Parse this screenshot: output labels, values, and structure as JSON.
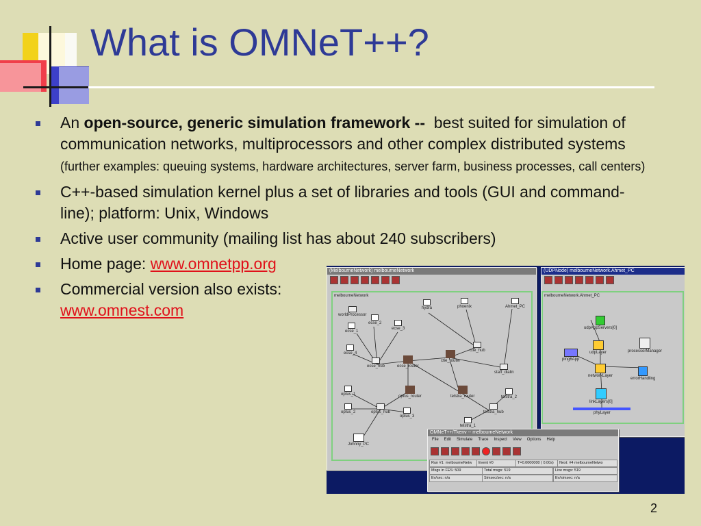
{
  "slide": {
    "title": "What is OMNeT++?",
    "page_number": "2",
    "accent_color": "#2e3a96",
    "link_color": "#e0101a"
  },
  "bullets": [
    {
      "prefix": "An ",
      "bold": "open-source, generic simulation framework --",
      "rest": "  best suited for simulation of communication networks, multiprocessors and other complex distributed systems ",
      "small": "(further examples: queuing systems, hardware architectures, server farm, business processes, call centers)"
    },
    {
      "text": "C++-based simulation kernel plus a set of libraries and tools (GUI and command-line); platform: Unix, Windows"
    },
    {
      "text": "Active user community (mailing list has about 240 subscribers)"
    },
    {
      "text": "Home page: ",
      "link": "www.omnetpp.org"
    },
    {
      "text": "Commercial version also exists: ",
      "link": "www.omnest.com"
    }
  ],
  "screenshot": {
    "win1": {
      "title": "(MelbourneNetwork) melbourneNetwork",
      "canvas_label": "melbourneNetwork",
      "nodes": [
        "worldProcessor",
        "ecse_2",
        "ecse_1",
        "ecse_3",
        "ecse_4",
        "ecse_hub",
        "ecse_router",
        "hydra",
        "phoenix",
        "Ahmet_PC",
        "ctie_hub",
        "ctie_router",
        "staff_dialin",
        "optus_1",
        "optus_2",
        "optus_router",
        "optus_hub",
        "optus_3",
        "telstra_router",
        "telstra_2",
        "telstra_hub",
        "telstra_1",
        "Johnny_PC"
      ]
    },
    "win2": {
      "title": "(UDPNode) melbourneNetwork.Ahmet_PC",
      "canvas_label": "melbourneNetwork.Ahmet_PC",
      "nodes": [
        "udpAppServers[0]",
        "udpLayer",
        "processorManager",
        "ping6App",
        "networkLayer",
        "errorHandling",
        "linkLayers[0]",
        "phyLayer"
      ]
    },
    "win3": {
      "title": "OMNeT++/Tkenv -- melbourneNetwork",
      "menu": [
        "File",
        "Edit",
        "Simulate",
        "Trace",
        "Inspect",
        "View",
        "Options",
        "Help"
      ],
      "status": {
        "run": "Run #1: melbourneNetw",
        "event": "Event #0",
        "time": "T=0.0000000   ( 0.00s)",
        "next": "Next: #4 melbourneNetwo",
        "msgs_fes": "Msgs in FES: 509",
        "total_msgs": "Total msgs: 519",
        "live_msgs": "Live msgs: 519",
        "evsec": "Ev/sec: n/a",
        "simsec": "Simsec/sec: n/a",
        "evsimsec": "Ev/simsec: n/a"
      }
    }
  }
}
